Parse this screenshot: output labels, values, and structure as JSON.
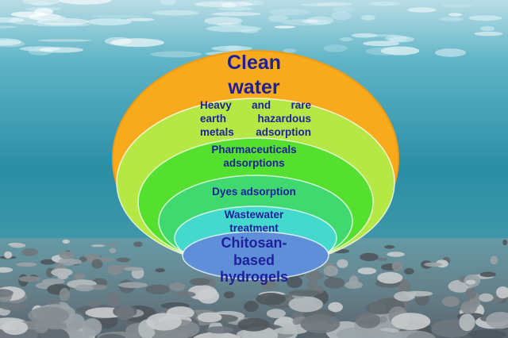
{
  "diagram": {
    "layers": [
      {
        "id": "clean-water",
        "lines": [
          "Clean",
          "water"
        ],
        "color": "#f7ab1c"
      },
      {
        "id": "heavy-metals",
        "lines": [
          "Heavy and rare",
          "earth hazardous",
          "metals adsorption"
        ],
        "color": "#b6e845"
      },
      {
        "id": "pharmaceuticals",
        "lines": [
          "Pharmaceuticals",
          "adsorptions"
        ],
        "color": "#55e030"
      },
      {
        "id": "dyes",
        "lines": [
          "Dyes adsorption"
        ],
        "color": "#40d970"
      },
      {
        "id": "wastewater",
        "lines": [
          "Wastewater",
          "treatment"
        ],
        "color": "#45d8cc"
      },
      {
        "id": "chitosan",
        "lines": [
          "Chitosan-",
          "based",
          "hydrogels"
        ],
        "color": "#5f8fd8"
      }
    ],
    "text_color": "#1f1f9c"
  },
  "background": {
    "water_color": "#3a9fb4",
    "surface_color": "#9fcfdc",
    "pebble_color": "#8a8f94"
  }
}
